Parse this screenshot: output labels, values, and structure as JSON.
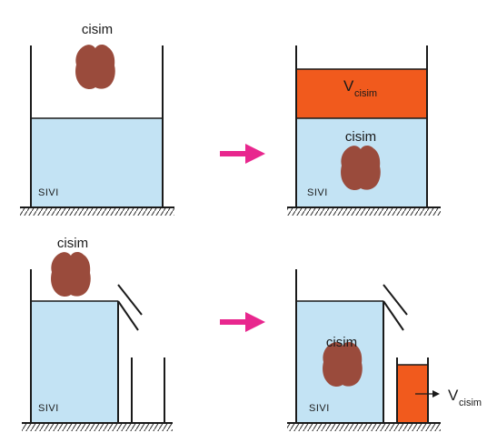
{
  "labels": {
    "object": "cisim",
    "liquid": "SIVI",
    "volume_main": "V",
    "volume_sub": "cisim"
  },
  "colors": {
    "water": "#c3e3f4",
    "overflow": "#f15a1d",
    "rock": "#9a4b3c",
    "arrow": "#e8278e",
    "wall": "#1a1a1a",
    "ground_hatch": "#333333"
  }
}
